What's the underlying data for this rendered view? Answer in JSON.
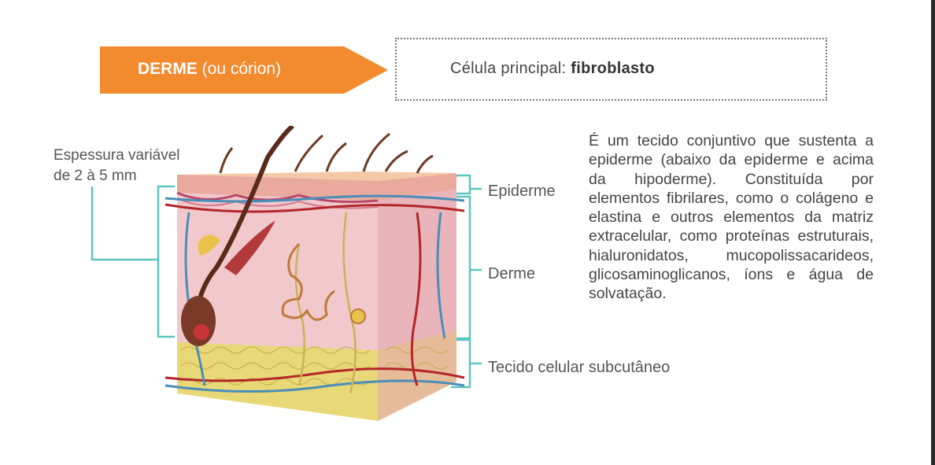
{
  "banner": {
    "title_bold": "DERME",
    "title_light": " (ou córion)",
    "color": "#F28A2E"
  },
  "cell": {
    "prefix": "Célula principal: ",
    "value": "fibroblasto"
  },
  "thickness": {
    "line1": "Espessura variável",
    "line2": "de 2 à 5 mm"
  },
  "labels": {
    "epiderme": "Epiderme",
    "derme": "Derme",
    "subcutaneo": "Tecido celular subcutâneo"
  },
  "description": "É um tecido conjuntivo que sustenta a epiderme (abaixo da epiderme e acima da hipoderme). Constituída por elementos fibrilares, como o colágeno e elastina e outros elementos da matriz extracelular, como proteínas estruturais, hialuronidatos, mucopolissacarideos, glicosaminoglicanos, íons e água de solvatação.",
  "colors": {
    "bracket": "#5BC5C0",
    "artery": "#B3262A",
    "vein": "#4A8DB8",
    "nerve": "#C8B35A",
    "fat": "#E3D06A"
  }
}
